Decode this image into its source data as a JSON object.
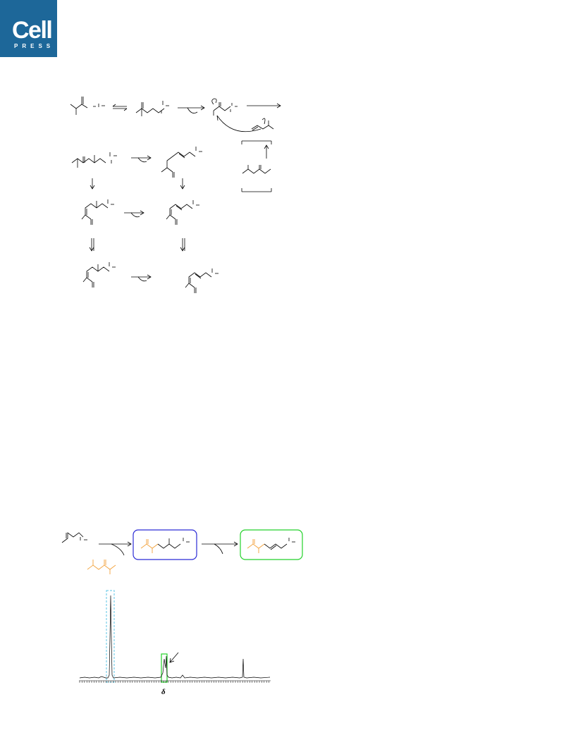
{
  "logo": {
    "word": "Cell",
    "sub": "PRESS"
  },
  "spectrum": {
    "axis_label": "δ"
  },
  "colors": {
    "black": "#000000",
    "logo_blue": "#1d6799",
    "orange": "#f2a13a",
    "box_blue": "#2b2bd6",
    "box_green": "#23d12a",
    "highlight_cyan": "#5cc6e6"
  }
}
